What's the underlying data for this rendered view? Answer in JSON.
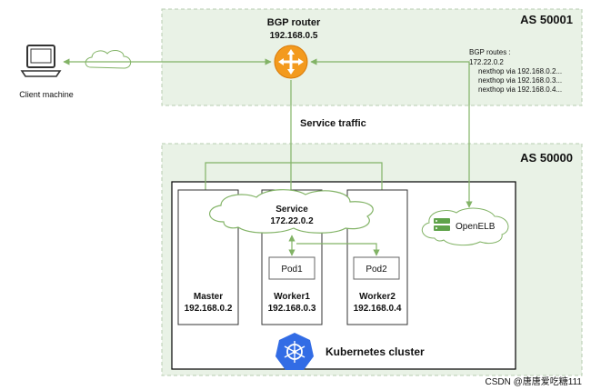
{
  "as_upper": {
    "label": "AS 50001"
  },
  "as_lower": {
    "label": "AS 50000"
  },
  "router": {
    "name": "BGP router",
    "ip": "192.168.0.5"
  },
  "client": {
    "label": "Client machine"
  },
  "bgp_routes": {
    "title": "BGP routes :",
    "lines": [
      "172.22.0.2",
      "nexthop via 192.168.0.2...",
      "nexthop via 192.168.0.3...",
      "nexthop via 192.168.0.4..."
    ]
  },
  "service_traffic": {
    "label": "Service traffic"
  },
  "service": {
    "name": "Service",
    "ip": "172.22.0.2"
  },
  "openelb": {
    "label": "OpenELB"
  },
  "pods": [
    "Pod1",
    "Pod2"
  ],
  "nodes": [
    {
      "name": "Master",
      "ip": "192.168.0.2"
    },
    {
      "name": "Worker1",
      "ip": "192.168.0.3"
    },
    {
      "name": "Worker2",
      "ip": "192.168.0.4"
    }
  ],
  "cluster": {
    "label": "Kubernetes cluster"
  },
  "watermark": "CSDN @唐唐爱吃糖111",
  "colors": {
    "zone_fill": "#e9f2e6",
    "zone_border": "#b7ccb0",
    "line": "#82b366",
    "router": "#f0901e",
    "k8s": "#326ce5"
  }
}
